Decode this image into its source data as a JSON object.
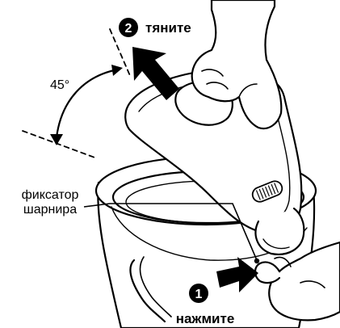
{
  "labels": {
    "step2_number": "2",
    "step2_text": "тяните",
    "angle": "45°",
    "latch_line1": "фиксатор",
    "latch_line2": "шарнира",
    "step1_number": "1",
    "step1_text": "нажмите"
  },
  "colors": {
    "line": "#000000",
    "fill": "#ffffff",
    "marker": "#000000"
  }
}
